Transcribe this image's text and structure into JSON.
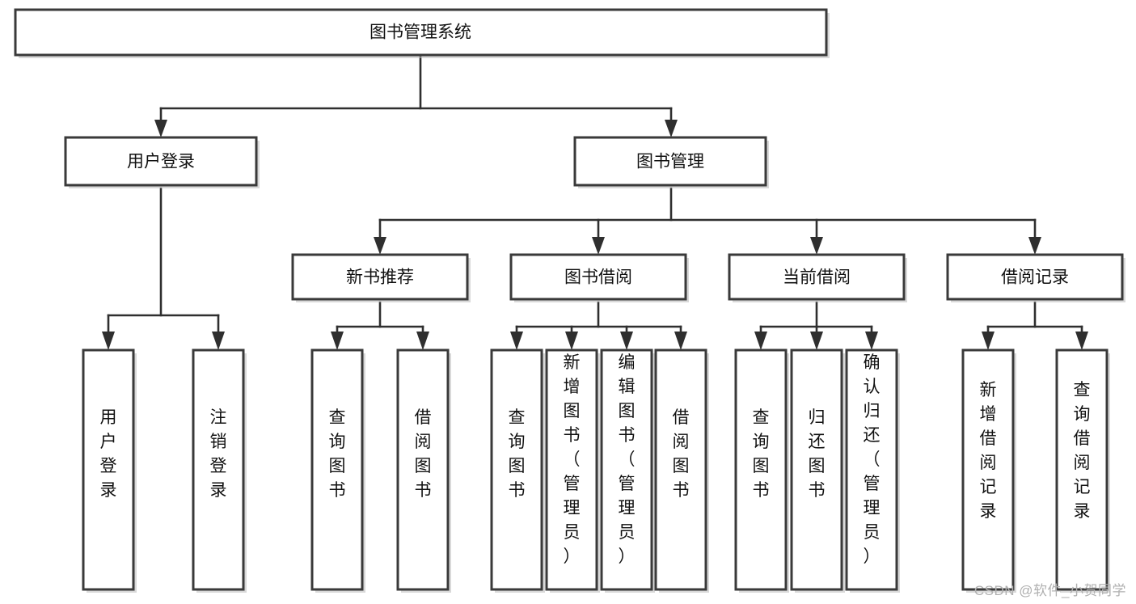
{
  "diagram": {
    "title": "图书管理系统",
    "watermark": "CSDN @软件_小贺同学",
    "style": {
      "box_fill": "#ffffff",
      "box_stroke": "#3a3a3a",
      "connector_color": "#2f2f2f",
      "text_color": "#111111",
      "watermark_color": "#b0b0b0",
      "background": "#ffffff"
    },
    "nodes": {
      "root": {
        "label": "图书管理系统",
        "orientation": "horizontal"
      },
      "level2": [
        {
          "id": "user_login",
          "label": "用户登录",
          "orientation": "horizontal"
        },
        {
          "id": "book_manage",
          "label": "图书管理",
          "orientation": "horizontal"
        }
      ],
      "level3": [
        {
          "id": "new_book_rec",
          "label": "新书推荐",
          "orientation": "horizontal"
        },
        {
          "id": "book_borrow",
          "label": "图书借阅",
          "orientation": "horizontal"
        },
        {
          "id": "current_borrow",
          "label": "当前借阅",
          "orientation": "horizontal"
        },
        {
          "id": "borrow_record",
          "label": "借阅记录",
          "orientation": "horizontal"
        }
      ],
      "leaves": {
        "user_login": [
          {
            "id": "leaf_user_login",
            "label": "用户登录",
            "orientation": "vertical"
          },
          {
            "id": "leaf_logout",
            "label": "注销登录",
            "orientation": "vertical"
          }
        ],
        "new_book_rec": [
          {
            "id": "leaf_query_book_1",
            "label": "查询图书",
            "orientation": "vertical"
          },
          {
            "id": "leaf_borrow_book_1",
            "label": "借阅图书",
            "orientation": "vertical"
          }
        ],
        "book_borrow": [
          {
            "id": "leaf_query_book_2",
            "label": "查询图书",
            "orientation": "vertical"
          },
          {
            "id": "leaf_add_book",
            "label": "新增图书（管理员）",
            "orientation": "vertical"
          },
          {
            "id": "leaf_edit_book",
            "label": "编辑图书（管理员）",
            "orientation": "vertical"
          },
          {
            "id": "leaf_borrow_book_2",
            "label": "借阅图书",
            "orientation": "vertical"
          }
        ],
        "current_borrow": [
          {
            "id": "leaf_query_book_3",
            "label": "查询图书",
            "orientation": "vertical"
          },
          {
            "id": "leaf_return_book",
            "label": "归还图书",
            "orientation": "vertical"
          },
          {
            "id": "leaf_confirm_return",
            "label": "确认归还（管理员）",
            "orientation": "vertical"
          }
        ],
        "borrow_record": [
          {
            "id": "leaf_add_record",
            "label": "新增借阅记录",
            "orientation": "vertical"
          },
          {
            "id": "leaf_query_record",
            "label": "查询借阅记录",
            "orientation": "vertical"
          }
        ]
      }
    }
  }
}
